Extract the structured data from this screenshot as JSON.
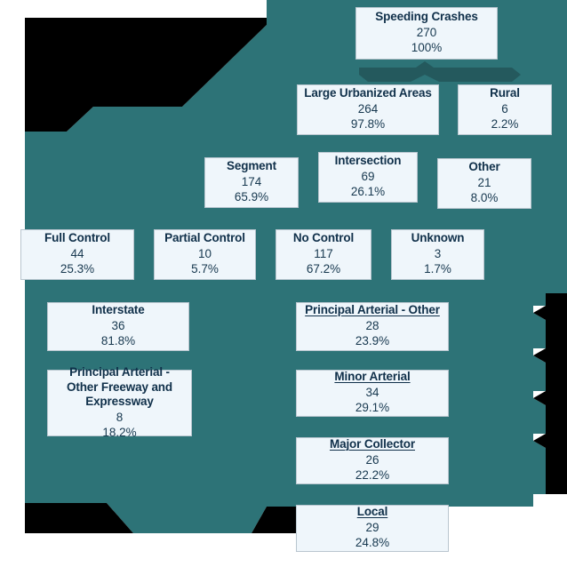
{
  "theme": {
    "background_teal": "#2d7377",
    "connector_teal": "#24595d",
    "node_fill": "#eff6fb",
    "node_border": "#b9c6cf",
    "node_text": "#12314a",
    "cutout_black": "#000000",
    "page_white": "#ffffff"
  },
  "chart_data": {
    "type": "diagram",
    "title": "Speeding Crashes",
    "subtype": "hierarchical-breakdown-tree",
    "root": {
      "label": "Speeding Crashes",
      "count": 270,
      "percent": "100%"
    },
    "levels": [
      {
        "name": "area-type",
        "nodes": [
          {
            "label": "Large Urbanized Areas",
            "count": 264,
            "percent": "97.8%"
          },
          {
            "label": "Rural",
            "count": 6,
            "percent": "2.2%"
          }
        ]
      },
      {
        "name": "location-type",
        "nodes": [
          {
            "label": "Segment",
            "count": 174,
            "percent": "65.9%"
          },
          {
            "label": "Intersection",
            "count": 69,
            "percent": "26.1%"
          },
          {
            "label": "Other",
            "count": 21,
            "percent": "8.0%"
          }
        ]
      },
      {
        "name": "access-control",
        "nodes": [
          {
            "label": "Full Control",
            "count": 44,
            "percent": "25.3%"
          },
          {
            "label": "Partial Control",
            "count": 10,
            "percent": "5.7%"
          },
          {
            "label": "No Control",
            "count": 117,
            "percent": "67.2%"
          },
          {
            "label": "Unknown",
            "count": 3,
            "percent": "1.7%"
          }
        ]
      },
      {
        "name": "functional-class",
        "nodes": [
          {
            "label": "Interstate",
            "count": 36,
            "percent": "81.8%"
          },
          {
            "label": "Principal Arterial - Other",
            "count": 28,
            "percent": "23.9%"
          },
          {
            "label": "Principal Arterial - Other Freeway and Expressway",
            "count": 8,
            "percent": "18.2%"
          },
          {
            "label": "Minor Arterial",
            "count": 34,
            "percent": "29.1%"
          },
          {
            "label": "Major Collector",
            "count": 26,
            "percent": "22.2%"
          },
          {
            "label": "Local",
            "count": 29,
            "percent": "24.8%"
          }
        ]
      }
    ]
  },
  "nodes": {
    "root": {
      "title": "Speeding Crashes",
      "count": "270",
      "percent": "100%"
    },
    "large_urbanized_areas": {
      "title": "Large Urbanized Areas",
      "count": "264",
      "percent": "97.8%"
    },
    "rural": {
      "title": "Rural",
      "count": "6",
      "percent": "2.2%"
    },
    "segment": {
      "title": "Segment",
      "count": "174",
      "percent": "65.9%"
    },
    "intersection": {
      "title": "Intersection",
      "count": "69",
      "percent": "26.1%"
    },
    "other": {
      "title": "Other",
      "count": "21",
      "percent": "8.0%"
    },
    "full_control": {
      "title": "Full Control",
      "count": "44",
      "percent": "25.3%"
    },
    "partial_control": {
      "title": "Partial Control",
      "count": "10",
      "percent": "5.7%"
    },
    "no_control": {
      "title": "No Control",
      "count": "117",
      "percent": "67.2%"
    },
    "unknown": {
      "title": "Unknown",
      "count": "3",
      "percent": "1.7%"
    },
    "interstate": {
      "title": "Interstate",
      "count": "36",
      "percent": "81.8%"
    },
    "principal_arterial_other": {
      "title": "Principal Arterial - Other",
      "count": "28",
      "percent": "23.9%"
    },
    "principal_arterial_other_freeway": {
      "title": "Principal Arterial - Other Freeway and Expressway",
      "count": "8",
      "percent": "18.2%"
    },
    "minor_arterial": {
      "title": "Minor Arterial",
      "count": "34",
      "percent": "29.1%"
    },
    "major_collector": {
      "title": "Major Collector",
      "count": "26",
      "percent": "22.2%"
    },
    "local": {
      "title": "Local",
      "count": "29",
      "percent": "24.8%"
    }
  }
}
